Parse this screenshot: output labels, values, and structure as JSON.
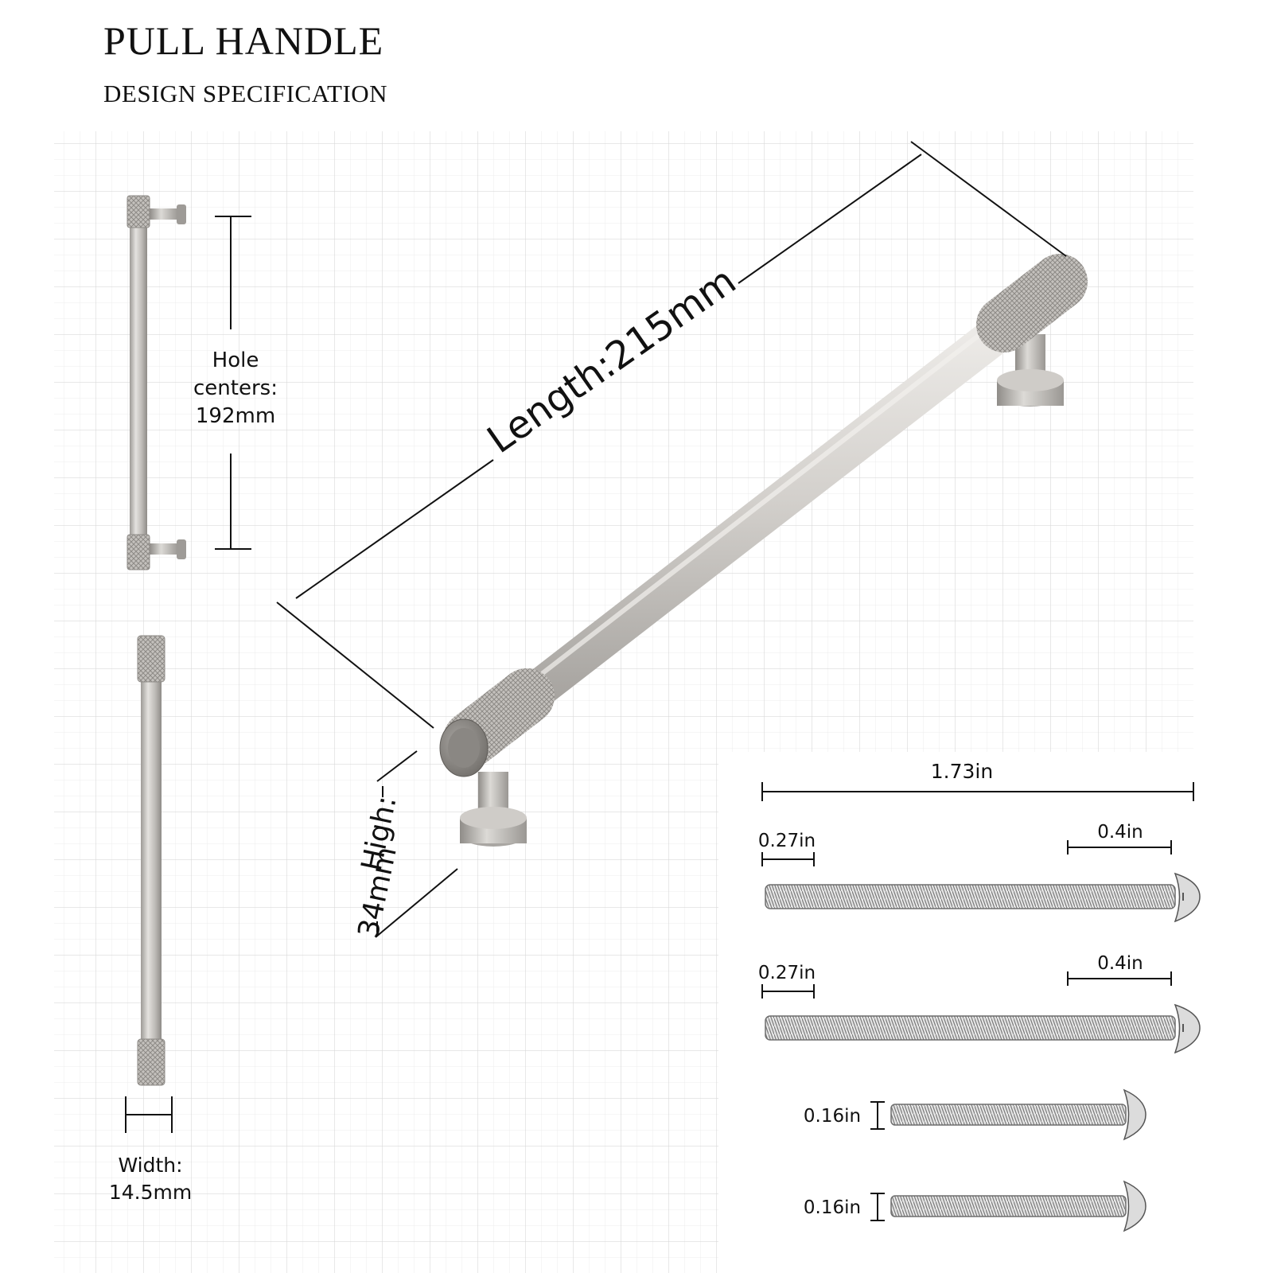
{
  "header": {
    "title": "PULL HANDLE",
    "subtitle": "DESIGN SPECIFICATION"
  },
  "dimensions": {
    "hole_centers": {
      "line1": "Hole",
      "line2": "centers:",
      "line3": "192mm"
    },
    "length": "Length:215mm",
    "high": {
      "line1": "High:",
      "line2": "34mm"
    },
    "width": {
      "line1": "Width:",
      "line2": "14.5mm"
    }
  },
  "screws": {
    "overall_length": "1.73in",
    "long_screw_1": {
      "left_dim": "0.27in",
      "right_dim": "0.4in"
    },
    "long_screw_2": {
      "left_dim": "0.27in",
      "right_dim": "0.4in"
    },
    "short_screw_1": {
      "dim": "0.16in"
    },
    "short_screw_2": {
      "dim": "0.16in"
    }
  },
  "colors": {
    "metal_light": "#e2e0dd",
    "metal_mid": "#b9b6b2",
    "metal_dark": "#8f8c88",
    "grid_line": "#dcdcdc",
    "text": "#111111"
  }
}
